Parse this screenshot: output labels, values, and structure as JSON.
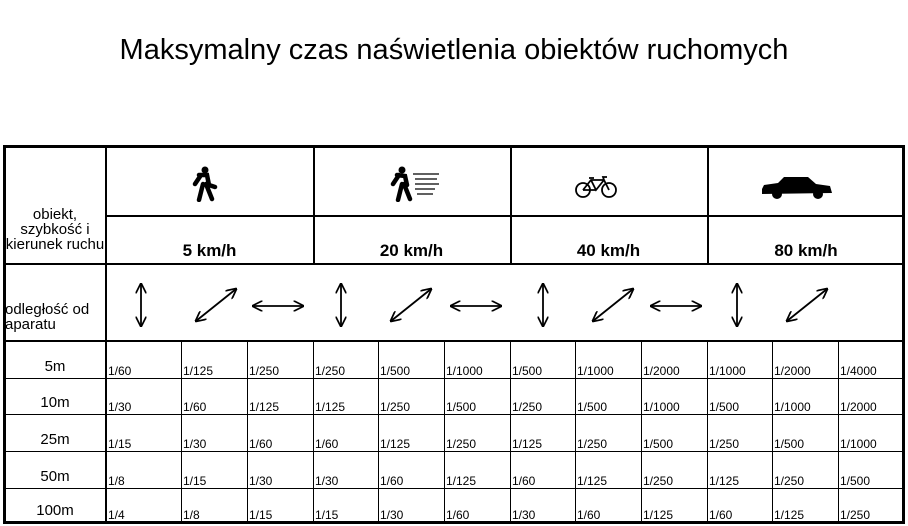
{
  "title": "Maksymalny czas naświetlenia obiektów ruchomych",
  "header": {
    "object_label": "obiekt, szybkość i kierunek ruchu",
    "distance_label": "odległość od aparatu"
  },
  "categories": [
    {
      "icon": "walking-person-icon",
      "speed": "5 km/h"
    },
    {
      "icon": "running-person-icon",
      "speed": "20 km/h"
    },
    {
      "icon": "bicycle-icon",
      "speed": "40 km/h"
    },
    {
      "icon": "car-icon",
      "speed": "80 km/h"
    }
  ],
  "directions": [
    "toward-camera",
    "diagonal",
    "across"
  ],
  "rows": [
    {
      "distance": "5m",
      "values": [
        "1/60",
        "1/125",
        "1/250",
        "1/250",
        "1/500",
        "1/1000",
        "1/500",
        "1/1000",
        "1/2000",
        "1/1000",
        "1/2000",
        "1/4000"
      ]
    },
    {
      "distance": "10m",
      "values": [
        "1/30",
        "1/60",
        "1/125",
        "1/125",
        "1/250",
        "1/500",
        "1/250",
        "1/500",
        "1/1000",
        "1/500",
        "1/1000",
        "1/2000"
      ]
    },
    {
      "distance": "25m",
      "values": [
        "1/15",
        "1/30",
        "1/60",
        "1/60",
        "1/125",
        "1/250",
        "1/125",
        "1/250",
        "1/500",
        "1/250",
        "1/500",
        "1/1000"
      ]
    },
    {
      "distance": "50m",
      "values": [
        "1/8",
        "1/15",
        "1/30",
        "1/30",
        "1/60",
        "1/125",
        "1/60",
        "1/125",
        "1/250",
        "1/125",
        "1/250",
        "1/500"
      ]
    },
    {
      "distance": "100m",
      "values": [
        "1/4",
        "1/8",
        "1/15",
        "1/15",
        "1/30",
        "1/60",
        "1/30",
        "1/60",
        "1/125",
        "1/60",
        "1/125",
        "1/250"
      ]
    }
  ]
}
